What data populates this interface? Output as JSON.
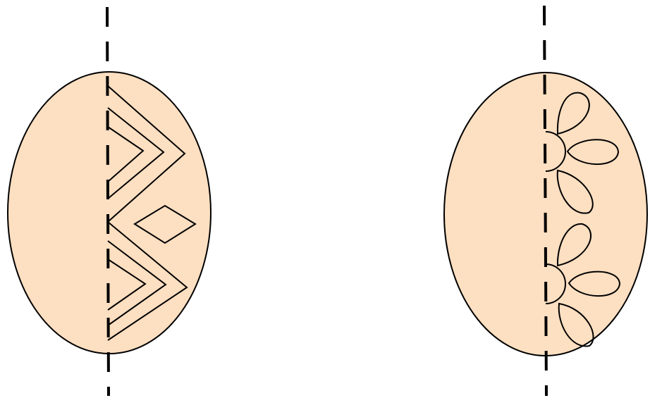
{
  "figure": {
    "colors": {
      "egg_fill": "#fddfc1",
      "line": "#000000",
      "background": "#ffffff"
    },
    "eggs": [
      {
        "name": "left-egg",
        "pattern": "zigzag-chevrons-and-diamond",
        "symmetry_axis": "vertical-dashed"
      },
      {
        "name": "right-egg",
        "pattern": "flowers-with-petals",
        "symmetry_axis": "vertical-dashed"
      }
    ]
  }
}
